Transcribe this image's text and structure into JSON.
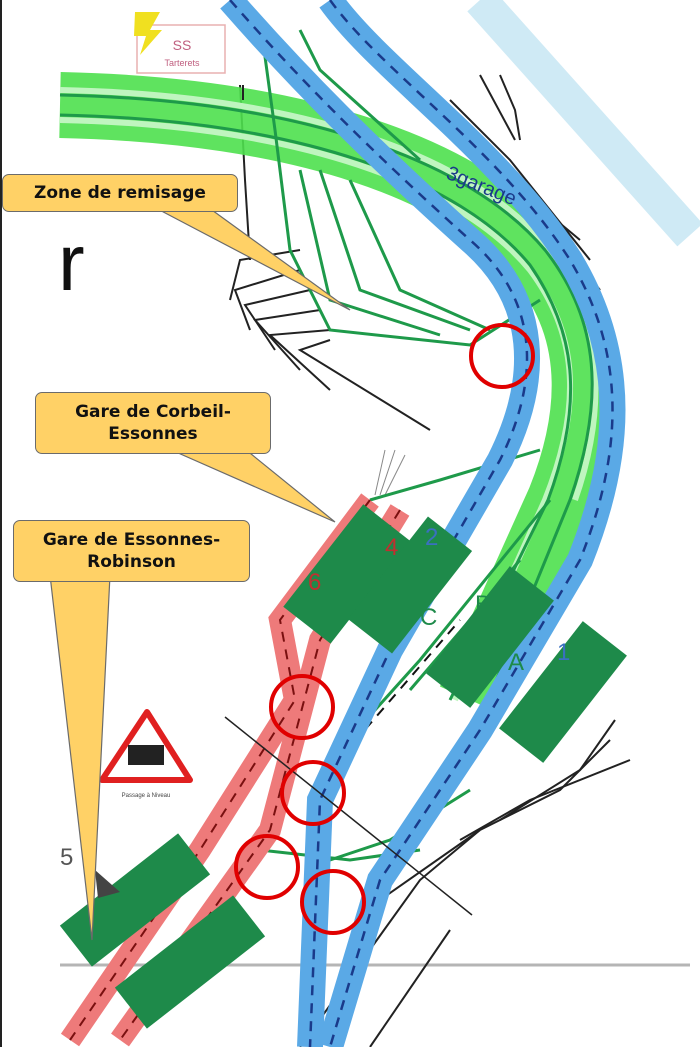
{
  "callouts": {
    "zone_remisage": "Zone de remisage",
    "corbeil": "Gare de Corbeil-Essonnes",
    "robinson": "Gare de Essonnes-Robinson"
  },
  "substation": {
    "line1": "SS",
    "line2": "Tarterets"
  },
  "level_crossing": {
    "caption": "Passage à Niveau"
  },
  "big_letter": "r",
  "track_labels": {
    "t1": "1",
    "t2": "2",
    "t3": "3garage",
    "t4": "4",
    "t5": "5",
    "t6": "6",
    "tA": "A",
    "tB": "B",
    "tC": "C"
  },
  "colors": {
    "blue": "#5aa9e6",
    "green": "#3ddc3d",
    "dark_green": "#1e8a4a",
    "red": "#ee6a6a",
    "circle": "#e00000",
    "callout": "#ffd166"
  }
}
